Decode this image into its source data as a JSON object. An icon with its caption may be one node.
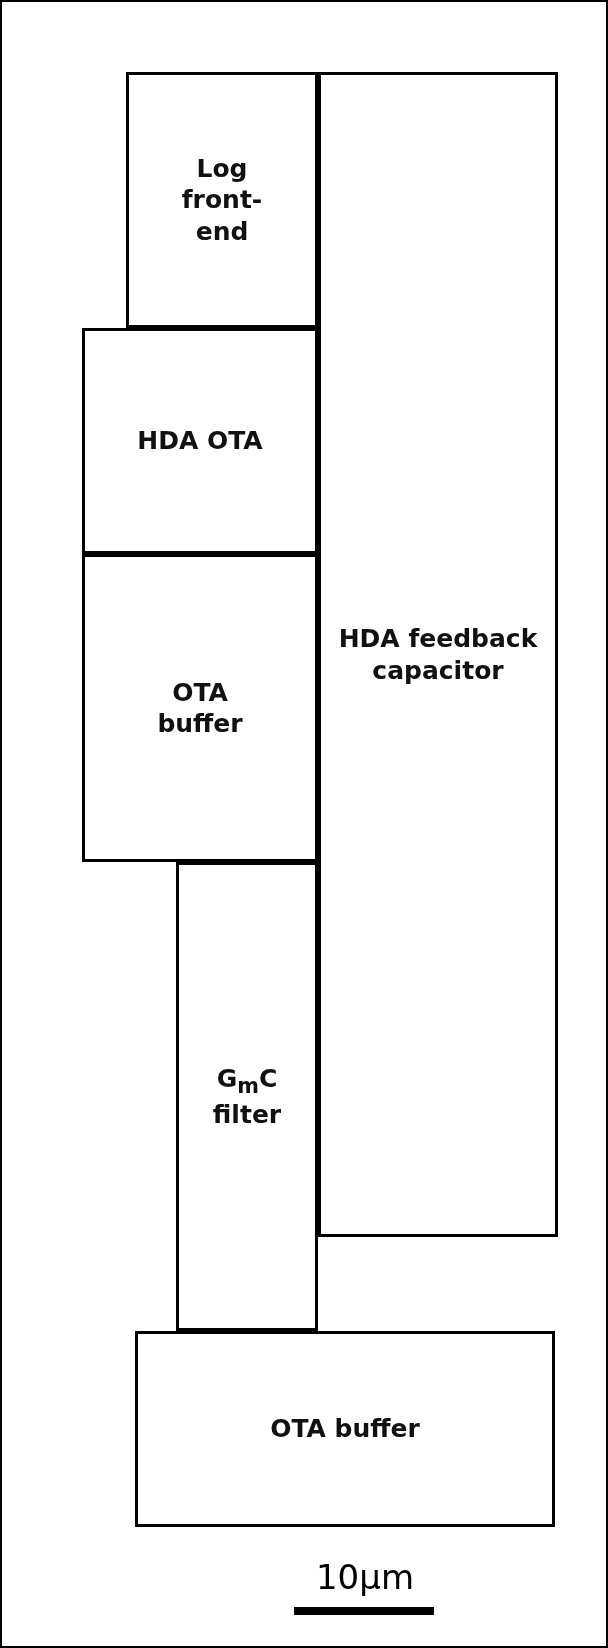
{
  "diagram": {
    "nodes": [
      {
        "text": [
          "Log front-end"
        ]
      },
      {
        "text": [
          "HDA feedback capacitor"
        ]
      },
      {
        "text": [
          "HDA OTA"
        ]
      },
      {
        "text": [
          "OTA buffer"
        ]
      },
      {
        "text": [
          "G$_{m}$C filter"
        ]
      },
      {
        "text": [
          "OTA buffer"
        ]
      }
    ],
    "labels": [
      "10μm"
    ]
  }
}
